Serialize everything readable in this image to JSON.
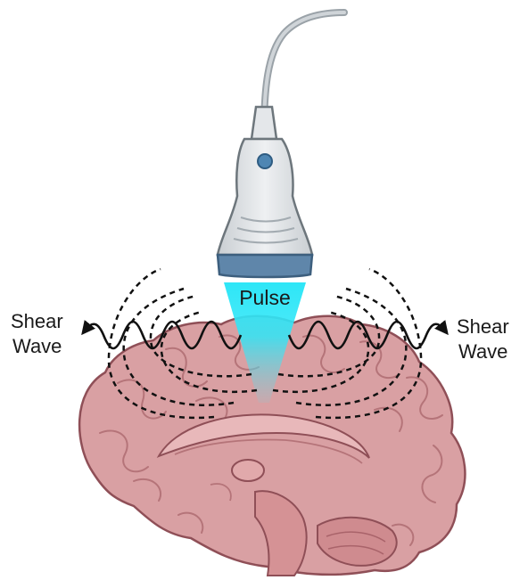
{
  "labels": {
    "pulse": "Pulse",
    "left_wave_line1": "Shear",
    "left_wave_line2": "Wave",
    "right_wave_line1": "Shear",
    "right_wave_line2": "Wave"
  },
  "colors": {
    "brain_fill": "#d9a0a3",
    "brain_stroke": "#8f4f57",
    "brain_fold": "#b57479",
    "probe_body": "#dfe3e6",
    "probe_shadow": "#8d969c",
    "probe_tip": "#5f86aa",
    "probe_button": "#4e86b3",
    "pulse_cone": "#33e4f4",
    "wave_line": "#111111"
  },
  "icons": {
    "probe": "ultrasound-probe-icon",
    "brain": "brain-sagittal-icon"
  }
}
